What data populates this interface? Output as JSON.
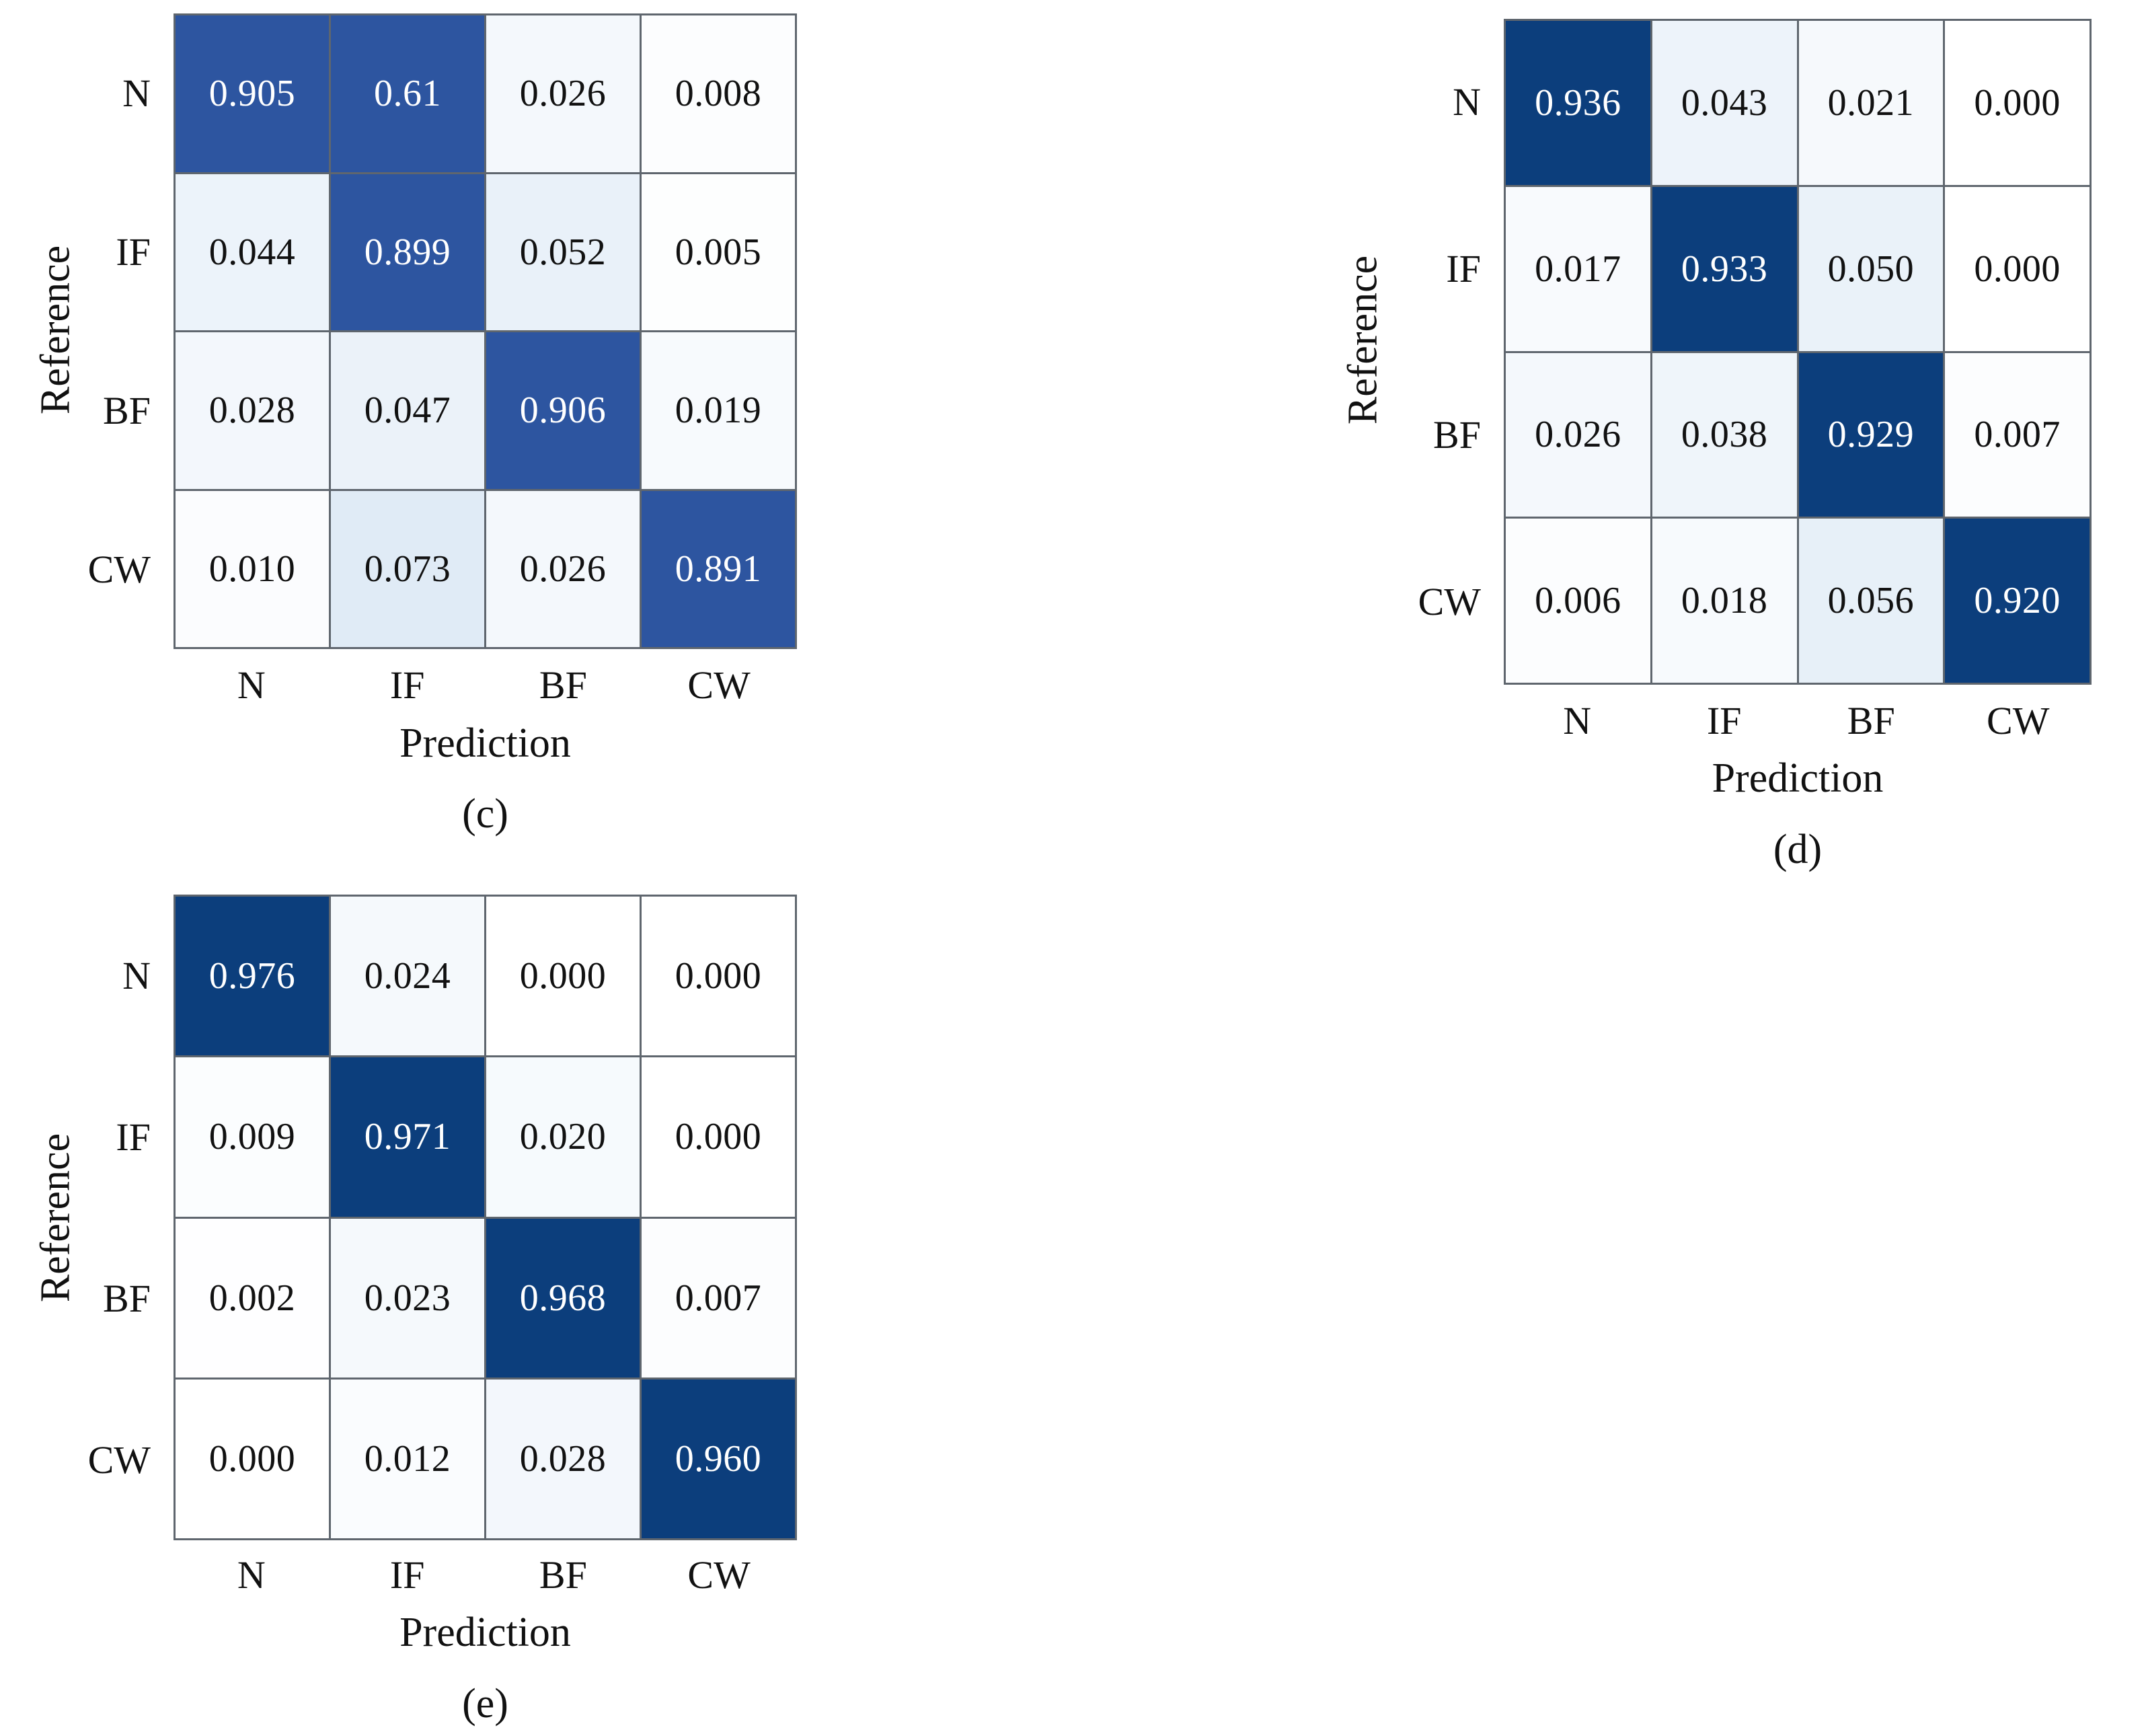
{
  "figure": {
    "type": "confusion-matrix-figure",
    "panel_count": 3,
    "classes": [
      "N",
      "IF",
      "BF",
      "CW"
    ],
    "axis": {
      "x_title": "Prediction",
      "y_title": "Reference"
    },
    "colors": {
      "diagonal_c": "#2d55a0",
      "diagonal_de": "#0c3e7c",
      "border": "#5f666e",
      "text_light": "#ffffff",
      "text_dark": "#111111",
      "background": "#ffffff"
    }
  },
  "chart_data": [
    {
      "type": "heatmap",
      "panel": "c",
      "caption": "(c)",
      "title": "",
      "xlabel": "Prediction",
      "ylabel": "Reference",
      "categories": [
        "N",
        "IF",
        "BF",
        "CW"
      ],
      "x_tick_labels": [
        "N",
        "IF",
        "BF",
        "CW"
      ],
      "y_tick_labels": [
        "N",
        "IF",
        "BF",
        "CW"
      ],
      "grid": true,
      "legend": "none",
      "zlim": [
        0,
        1
      ],
      "colormap": "Blues",
      "rows": [
        {
          "label": "N",
          "values": [
            "0.905",
            "0.61",
            "0.026",
            "0.008"
          ]
        },
        {
          "label": "IF",
          "values": [
            "0.044",
            "0.899",
            "0.052",
            "0.005"
          ]
        },
        {
          "label": "BF",
          "values": [
            "0.028",
            "0.047",
            "0.906",
            "0.019"
          ]
        },
        {
          "label": "CW",
          "values": [
            "0.010",
            "0.073",
            "0.026",
            "0.891"
          ]
        }
      ],
      "values": [
        [
          0.905,
          0.61,
          0.026,
          0.008
        ],
        [
          0.044,
          0.899,
          0.052,
          0.005
        ],
        [
          0.028,
          0.047,
          0.906,
          0.019
        ],
        [
          0.01,
          0.073,
          0.026,
          0.891
        ]
      ]
    },
    {
      "type": "heatmap",
      "panel": "d",
      "caption": "(d)",
      "title": "",
      "xlabel": "Prediction",
      "ylabel": "Reference",
      "categories": [
        "N",
        "IF",
        "BF",
        "CW"
      ],
      "x_tick_labels": [
        "N",
        "IF",
        "BF",
        "CW"
      ],
      "y_tick_labels": [
        "N",
        "IF",
        "BF",
        "CW"
      ],
      "grid": true,
      "legend": "none",
      "zlim": [
        0,
        1
      ],
      "colormap": "Blues",
      "rows": [
        {
          "label": "N",
          "values": [
            "0.936",
            "0.043",
            "0.021",
            "0.000"
          ]
        },
        {
          "label": "IF",
          "values": [
            "0.017",
            "0.933",
            "0.050",
            "0.000"
          ]
        },
        {
          "label": "BF",
          "values": [
            "0.026",
            "0.038",
            "0.929",
            "0.007"
          ]
        },
        {
          "label": "CW",
          "values": [
            "0.006",
            "0.018",
            "0.056",
            "0.920"
          ]
        }
      ],
      "values": [
        [
          0.936,
          0.043,
          0.021,
          0.0
        ],
        [
          0.017,
          0.933,
          0.05,
          0.0
        ],
        [
          0.026,
          0.038,
          0.929,
          0.007
        ],
        [
          0.006,
          0.018,
          0.056,
          0.92
        ]
      ]
    },
    {
      "type": "heatmap",
      "panel": "e",
      "caption": "(e)",
      "title": "",
      "xlabel": "Prediction",
      "ylabel": "Reference",
      "categories": [
        "N",
        "IF",
        "BF",
        "CW"
      ],
      "x_tick_labels": [
        "N",
        "IF",
        "BF",
        "CW"
      ],
      "y_tick_labels": [
        "N",
        "IF",
        "BF",
        "CW"
      ],
      "grid": true,
      "legend": "none",
      "zlim": [
        0,
        1
      ],
      "colormap": "Blues",
      "rows": [
        {
          "label": "N",
          "values": [
            "0.976",
            "0.024",
            "0.000",
            "0.000"
          ]
        },
        {
          "label": "IF",
          "values": [
            "0.009",
            "0.971",
            "0.020",
            "0.000"
          ]
        },
        {
          "label": "BF",
          "values": [
            "0.002",
            "0.023",
            "0.968",
            "0.007"
          ]
        },
        {
          "label": "CW",
          "values": [
            "0.000",
            "0.012",
            "0.028",
            "0.960"
          ]
        }
      ],
      "values": [
        [
          0.976,
          0.024,
          0.0,
          0.0
        ],
        [
          0.009,
          0.971,
          0.02,
          0.0
        ],
        [
          0.002,
          0.023,
          0.968,
          0.007
        ],
        [
          0.0,
          0.012,
          0.028,
          0.96
        ]
      ]
    }
  ]
}
